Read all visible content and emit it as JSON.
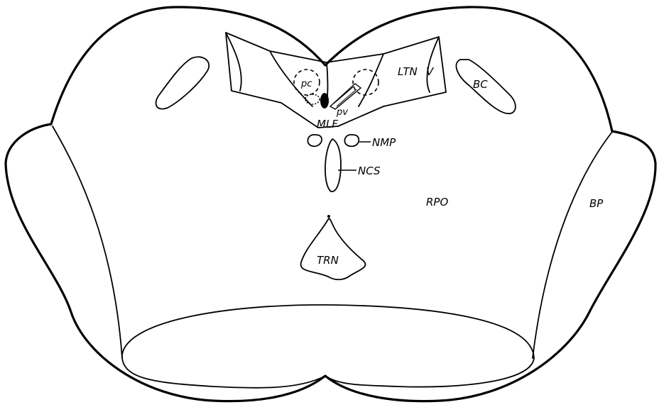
{
  "diagram": {
    "labels": {
      "pc": "pc",
      "ltn": "LTN",
      "v": "V",
      "bc": "BC",
      "pv": "pv",
      "mlf": "MLF",
      "nmp": "NMP",
      "ncs": "NCS",
      "rpo": "RPO",
      "bp": "BP",
      "trn": "TRN"
    }
  }
}
